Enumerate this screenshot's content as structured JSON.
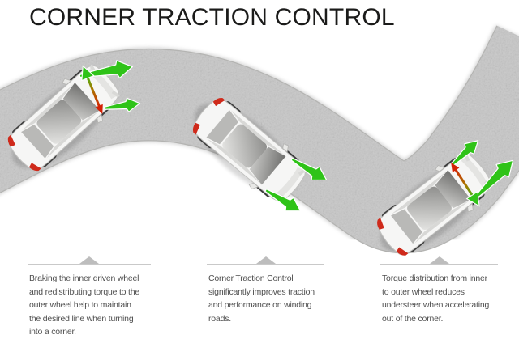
{
  "title": "CORNER TRACTION CONTROL",
  "captions": [
    {
      "id": "turn-in",
      "text": "Braking the inner driven wheel\nand redistributing torque to the\nouter wheel help to maintain\nthe desired line when turning\ninto a corner."
    },
    {
      "id": "mid-corner",
      "text": "Corner Traction Control\nsignificantly improves traction\nand performance on winding\nroads."
    },
    {
      "id": "corner-exit",
      "text": "Torque distribution from inner\nto outer wheel reduces\nundersteer when accelerating\nout of the corner."
    }
  ],
  "colors": {
    "arrow_green": "#2fc318",
    "arrow_red": "#d42105",
    "road_gray": "#c7c7c7",
    "divider_gray": "#c9c9c9",
    "marker_gray": "#bdbdbd",
    "title_text": "#1b1b1a",
    "caption_text": "#4e4e4e",
    "taillight_red": "#cf2a1b"
  },
  "scene": {
    "road": "s-curve-road",
    "cars": [
      {
        "name": "car-turning-into-corner",
        "arrows": [
          "large-drive-arrow-outer-front-wheel",
          "small-drive-arrow-inner-front-wheel",
          "torque-transfer-arrow-inner-to-outer"
        ]
      },
      {
        "name": "car-on-straight",
        "arrows": [
          "drive-arrow-front-left-wheel",
          "drive-arrow-front-right-wheel"
        ]
      },
      {
        "name": "car-accelerating-out-of-corner",
        "arrows": [
          "small-drive-arrow-inner-front-wheel",
          "large-drive-arrow-outer-front-wheel",
          "torque-transfer-arrow-inner-to-outer"
        ]
      }
    ]
  }
}
